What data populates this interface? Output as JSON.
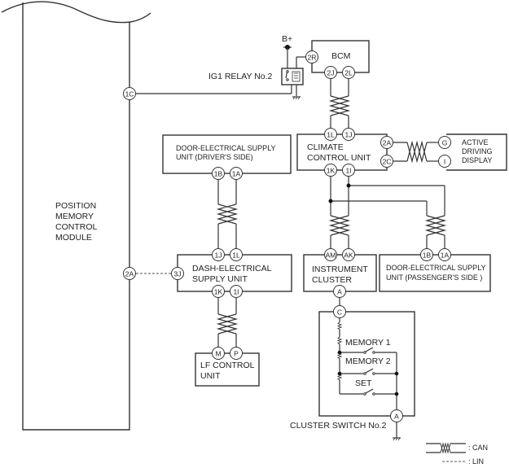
{
  "diagram": {
    "modules": {
      "pmcm": {
        "lines": [
          "POSITION",
          "MEMORY",
          "CONTROL",
          "MODULE"
        ]
      },
      "bcm": {
        "label": "BCM"
      },
      "ig1_relay": {
        "label": "IG1 RELAY No.2"
      },
      "b_plus": {
        "label": "B+"
      },
      "climate": {
        "lines": [
          "CLIMATE",
          "CONTROL UNIT"
        ]
      },
      "add": {
        "lines": [
          "ACTIVE",
          "DRIVING",
          "DISPLAY"
        ]
      },
      "door_driver": {
        "lines": [
          "DOOR-ELECTRICAL SUPPLY",
          "UNIT (DRIVER'S SIDE)"
        ]
      },
      "dash": {
        "lines": [
          "DASH-ELECTRICAL",
          "SUPPLY UNIT"
        ]
      },
      "instrument": {
        "lines": [
          "INSTRUMENT",
          "CLUSTER"
        ]
      },
      "door_pass": {
        "lines": [
          "DOOR-ELECTRICAL SUPPLY",
          "UNIT (PASSENGER'S SIDE )"
        ]
      },
      "lf": {
        "lines": [
          "LF CONTROL",
          "UNIT"
        ]
      },
      "cluster_switch": {
        "label": "CLUSTER SWITCH No.2",
        "switches": [
          "MEMORY 1",
          "MEMORY 2",
          "SET"
        ]
      }
    },
    "pins": {
      "pmcm_1c": "1C",
      "pmcm_2a": "2A",
      "bcm_2r": "2R",
      "bcm_2j": "2J",
      "bcm_2l": "2L",
      "cl_1l": "1L",
      "cl_1j": "1J",
      "cl_1k": "1K",
      "cl_1i": "1I",
      "cl_2a": "2A",
      "cl_2c": "2C",
      "add_g": "G",
      "add_i": "I",
      "dd_1b": "1B",
      "dd_1a": "1A",
      "dash_1j": "1J",
      "dash_1l": "1L",
      "dash_1k": "1K",
      "dash_1i": "1I",
      "dash_3j": "3J",
      "ic_am": "AM",
      "ic_ak": "AK",
      "ic_a": "A",
      "dp_1b": "1B",
      "dp_1a": "1A",
      "lf_m": "M",
      "lf_p": "P",
      "cs_c": "C",
      "cs_a": "A"
    },
    "legend": {
      "can": ": CAN",
      "lin": ": LIN"
    }
  }
}
